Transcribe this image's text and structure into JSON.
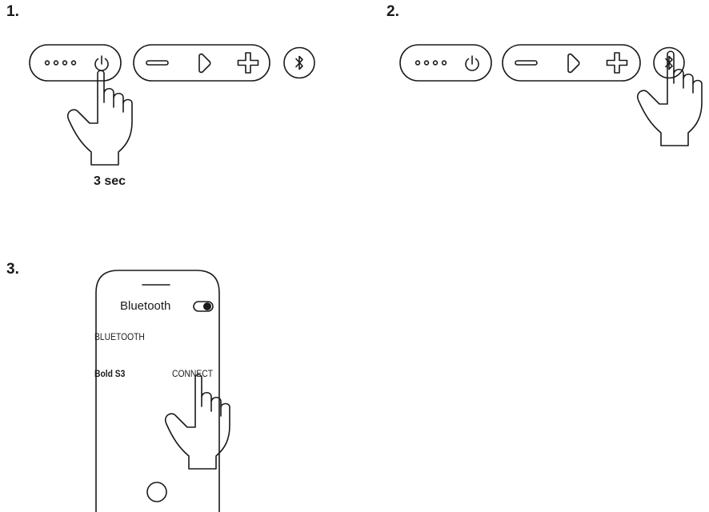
{
  "steps": [
    {
      "number": "1.",
      "caption": "3 sec"
    },
    {
      "number": "2."
    },
    {
      "number": "3."
    }
  ],
  "speaker_panel": {
    "indicator_dots": 4,
    "icons": [
      "power-icon",
      "minus-icon",
      "play-icon",
      "plus-icon",
      "bluetooth-icon"
    ]
  },
  "phone": {
    "title": "Bluetooth",
    "section_label": "BLUETOOTH",
    "device_name": "Bold S3",
    "action_label": "CONNECT",
    "toggle_state": "on"
  },
  "colors": {
    "line": "#1a1a1a",
    "background": "#ffffff"
  }
}
